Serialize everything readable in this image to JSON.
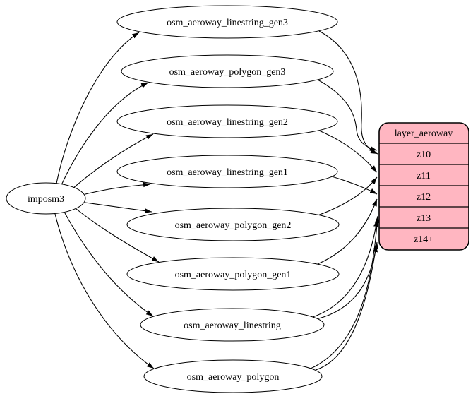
{
  "diagram": {
    "source": {
      "label": "imposm3"
    },
    "tables": [
      {
        "label": "osm_aeroway_linestring_gen3"
      },
      {
        "label": "osm_aeroway_polygon_gen3"
      },
      {
        "label": "osm_aeroway_linestring_gen2"
      },
      {
        "label": "osm_aeroway_linestring_gen1"
      },
      {
        "label": "osm_aeroway_polygon_gen2"
      },
      {
        "label": "osm_aeroway_polygon_gen1"
      },
      {
        "label": "osm_aeroway_linestring"
      },
      {
        "label": "osm_aeroway_polygon"
      }
    ],
    "layer": {
      "title": "layer_aeroway",
      "rows": [
        {
          "label": "z10"
        },
        {
          "label": "z11"
        },
        {
          "label": "z12"
        },
        {
          "label": "z13"
        },
        {
          "label": "z14+"
        }
      ],
      "fill": "#ffb6c1",
      "border_color": "#000000"
    },
    "edges": [
      {
        "from": "imposm3",
        "to": "osm_aeroway_linestring_gen3"
      },
      {
        "from": "imposm3",
        "to": "osm_aeroway_polygon_gen3"
      },
      {
        "from": "imposm3",
        "to": "osm_aeroway_linestring_gen2"
      },
      {
        "from": "imposm3",
        "to": "osm_aeroway_linestring_gen1"
      },
      {
        "from": "imposm3",
        "to": "osm_aeroway_polygon_gen2"
      },
      {
        "from": "imposm3",
        "to": "osm_aeroway_polygon_gen1"
      },
      {
        "from": "imposm3",
        "to": "osm_aeroway_linestring"
      },
      {
        "from": "imposm3",
        "to": "osm_aeroway_polygon"
      },
      {
        "from": "osm_aeroway_linestring_gen3",
        "to": "layer_aeroway:z10"
      },
      {
        "from": "osm_aeroway_polygon_gen3",
        "to": "layer_aeroway:z10"
      },
      {
        "from": "osm_aeroway_linestring_gen2",
        "to": "layer_aeroway:z11"
      },
      {
        "from": "osm_aeroway_polygon_gen2",
        "to": "layer_aeroway:z11"
      },
      {
        "from": "osm_aeroway_linestring_gen1",
        "to": "layer_aeroway:z12"
      },
      {
        "from": "osm_aeroway_polygon_gen1",
        "to": "layer_aeroway:z12"
      },
      {
        "from": "osm_aeroway_linestring",
        "to": "layer_aeroway:z13"
      },
      {
        "from": "osm_aeroway_linestring",
        "to": "layer_aeroway:z14+"
      },
      {
        "from": "osm_aeroway_polygon",
        "to": "layer_aeroway:z13"
      },
      {
        "from": "osm_aeroway_polygon",
        "to": "layer_aeroway:z14+"
      }
    ],
    "edge_color": "#000000",
    "node_fill": "#ffffff"
  }
}
